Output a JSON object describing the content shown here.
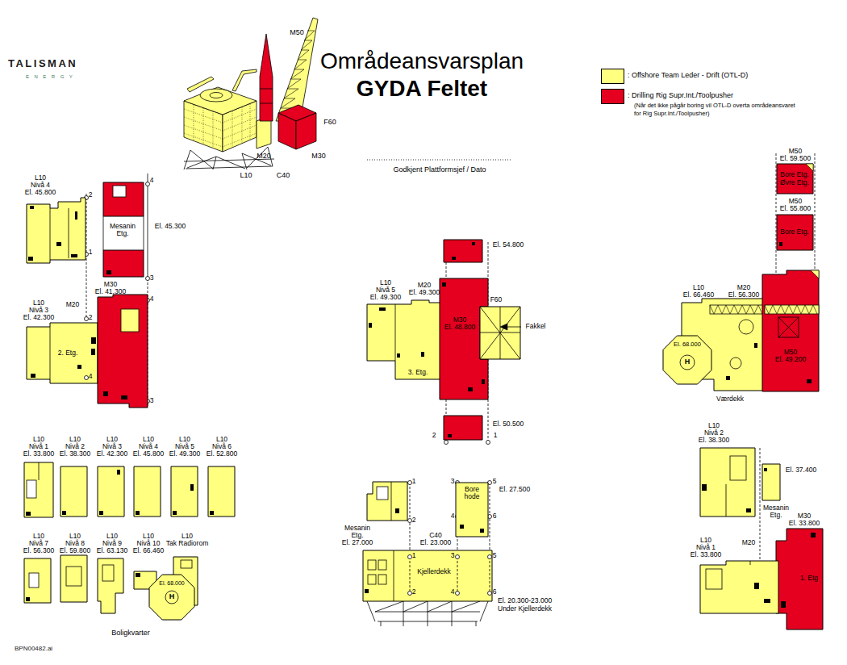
{
  "diagram": {
    "title": "Områdeansvarsplan",
    "nodes": [
      {
        "text": [
          "L10",
          "Nivå 4",
          "El. 45.800"
        ]
      },
      {
        "text": [
          "Mesanin",
          "Etg.",
          "El. 45.300"
        ]
      },
      {
        "text": [
          "L10",
          "Nivå 3",
          "El. 42.300",
          "M20",
          "2. Etg."
        ]
      },
      {
        "text": [
          "M30",
          "El. 41.300"
        ]
      },
      {
        "text": [
          "El. 54.800"
        ]
      },
      {
        "text": [
          "L10",
          "Nivå 5",
          "El. 49.300",
          "M20",
          "El. 49.300",
          "3. Etg."
        ]
      },
      {
        "text": [
          "M30",
          "El. 48.800"
        ]
      },
      {
        "text": [
          "F60",
          "Fakkel"
        ]
      },
      {
        "text": [
          "El. 50.500"
        ]
      },
      {
        "text": [
          "M50",
          "El. 59.500",
          "Bore Etg.",
          "Øvre Etg."
        ]
      },
      {
        "text": [
          "M50",
          "El. 55.800",
          "Bore Etg."
        ]
      },
      {
        "text": [
          "L10",
          "El. 66.460",
          "M20",
          "El. 56.300",
          "Værdekk"
        ]
      },
      {
        "text": [
          "El. 68.000",
          "H"
        ],
        "in": 11
      },
      {
        "text": [
          "M50",
          "El. 49.200"
        ]
      },
      {
        "text": [
          "L10",
          "Nivå 1",
          "El. 33.800"
        ]
      },
      {
        "text": [
          "L10",
          "Nivå 2",
          "El. 38.300"
        ]
      },
      {
        "text": [
          "L10",
          "Nivå 3",
          "El. 42.300"
        ]
      },
      {
        "text": [
          "L10",
          "Nivå 4",
          "El. 45.800"
        ]
      },
      {
        "text": [
          "L10",
          "Nivå 5",
          "El. 49.300"
        ]
      },
      {
        "text": [
          "L10",
          "Nivå 6",
          "El. 52.800"
        ]
      },
      {
        "text": [
          "L10",
          "Nivå 7",
          "El. 56.300"
        ]
      },
      {
        "text": [
          "L10",
          "Nivå 8",
          "El. 59.800"
        ]
      },
      {
        "text": [
          "L10",
          "Nivå 9",
          "El. 63.130"
        ]
      },
      {
        "text": [
          "L10",
          "Nivå 10",
          "El. 66.460"
        ]
      },
      {
        "text": [
          "L10",
          "Tak Radiorom"
        ]
      },
      {
        "text": [
          "El. 68.000",
          "H"
        ],
        "in": 24
      },
      {
        "text": [
          "Mesanin",
          "Etg.",
          "El. 27.000"
        ]
      },
      {
        "text": [
          "Bore",
          "hode",
          "El. 27.500"
        ]
      },
      {
        "text": [
          "C40",
          "El. 23.000",
          "Kjellerdekk"
        ]
      },
      {
        "text": [
          "L10",
          "Nivå 2",
          "El. 38.300"
        ]
      },
      {
        "text": [
          "El. 37.400",
          "Mesanin",
          "Etg."
        ]
      },
      {
        "text": [
          "M30",
          "El. 33.800",
          "1. Etg"
        ]
      },
      {
        "text": [
          "L10",
          "Nivå 1",
          "El. 33.800",
          "M20"
        ]
      }
    ],
    "labels": [
      "TALISMAN",
      "ENERGY",
      "M50",
      "F60",
      "M20",
      "M30",
      "L10",
      "C40",
      "GYDA Feltet",
      "(Når det ikke pågår boring vil OTL-D overta områdeansvaret",
      "for Rig Supr.Int./Toolpusher)",
      "Godkjent Plattformsjef / Dato",
      "2",
      "1",
      "4",
      "3",
      "4",
      "2",
      "4",
      "3",
      "2",
      "1",
      "Boligkvarter",
      "1",
      "2",
      "3",
      "4",
      "5",
      "6",
      "1",
      "2",
      "3",
      "4",
      "5",
      "6",
      "El. 20.300-23.000",
      "Under Kjellerdekk",
      "BPN00482.ai"
    ],
    "legend": [
      {
        "text": ": Offshore Team Leder - Drift (OTL-D)",
        "color": "#ffff80"
      },
      {
        "text": ": Drilling Rig Supr.Int./Toolpusher",
        "color": "#e4001e"
      }
    ]
  }
}
